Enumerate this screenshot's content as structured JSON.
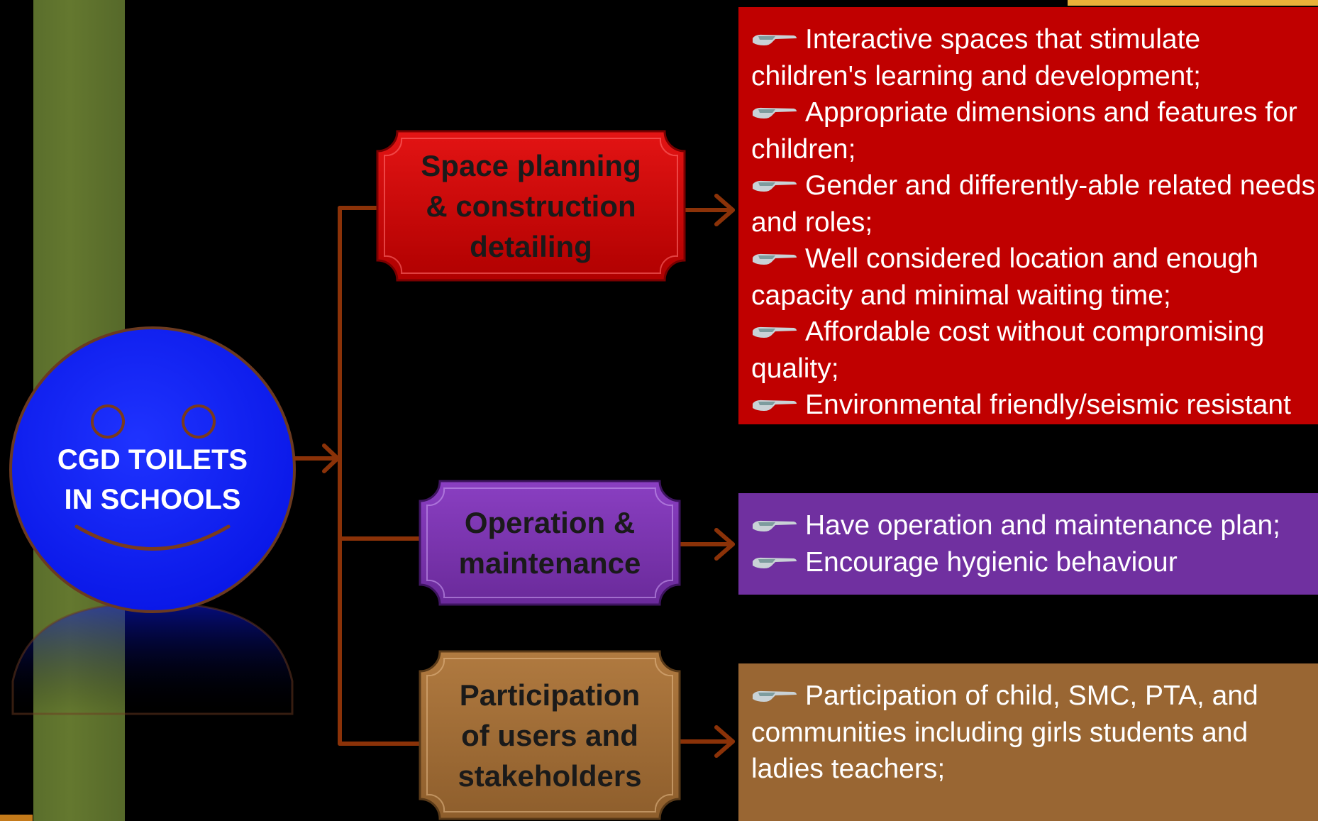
{
  "center": {
    "lines": [
      "CGD TOILETS",
      "IN SCHOOLS"
    ]
  },
  "branches": [
    {
      "label_lines": [
        "Space planning",
        "& construction",
        "detailing"
      ],
      "color": "#c00000",
      "items": [
        "Interactive spaces that stimulate children's learning and development;",
        "Appropriate dimensions and features for children;",
        "Gender and differently-able related needs and roles;",
        "Well considered location and enough capacity and minimal waiting time;",
        "Affordable cost without compromising quality;",
        "Environmental friendly/seismic resistant"
      ]
    },
    {
      "label_lines": [
        "Operation &",
        "maintenance"
      ],
      "color": "#7030a0",
      "items": [
        "Have operation and maintenance plan;",
        "Encourage hygienic behaviour"
      ]
    },
    {
      "label_lines": [
        "Participation",
        "of users and",
        "stakeholders"
      ],
      "color": "#996633",
      "items": [
        "Participation of child, SMC, PTA, and communities including girls students and ladies teachers;"
      ]
    }
  ],
  "icons": {
    "bullet": "pointing-hand-icon",
    "connector": "arrow-right-icon"
  },
  "colors": {
    "face": "#0a1aff",
    "stripe": "#5a6e2c",
    "connector": "#8b3208"
  }
}
